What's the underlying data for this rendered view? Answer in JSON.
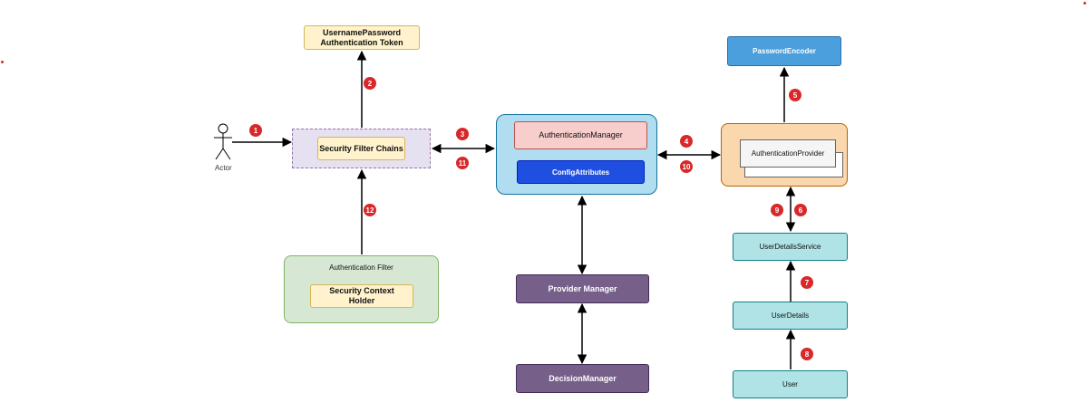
{
  "nodes": {
    "actor": "Actor",
    "upat": "UsernamePassword\nAuthentication Token",
    "filter_chains": "Security Filter Chains",
    "auth_filter": "Authentication Filter",
    "context_holder": "Security Context\nHolder",
    "auth_manager": "AuthenticationManager",
    "config_attributes": "ConfigAttributes",
    "provider_manager": "Provider Manager",
    "decision_manager": "DecisionManager",
    "password_encoder": "PasswordEncoder",
    "auth_provider": "AuthenticationProvider",
    "user_details_service": "UserDetailsService",
    "user_details": "UserDetails",
    "user": "User"
  },
  "steps": {
    "s1": "1",
    "s2": "2",
    "s3": "3",
    "s4": "4",
    "s5": "5",
    "s6": "6",
    "s7": "7",
    "s8": "8",
    "s9": "9",
    "s10": "10",
    "s11": "11",
    "s12": "12"
  },
  "colors": {
    "step_badge": "#d8282a",
    "token_fill": "#fff2cc",
    "filter_chain_fill": "#e6e1f1",
    "auth_filter_fill": "#d6e8d4",
    "manager_container_fill": "#b1ddf0",
    "auth_manager_fill": "#f8cecc",
    "config_fill": "#1f4fe0",
    "purple_box_fill": "#76608a",
    "password_encoder_fill": "#4a9fdc",
    "provider_container_fill": "#fad7ac",
    "teal_box_fill": "#b0e3e6"
  }
}
